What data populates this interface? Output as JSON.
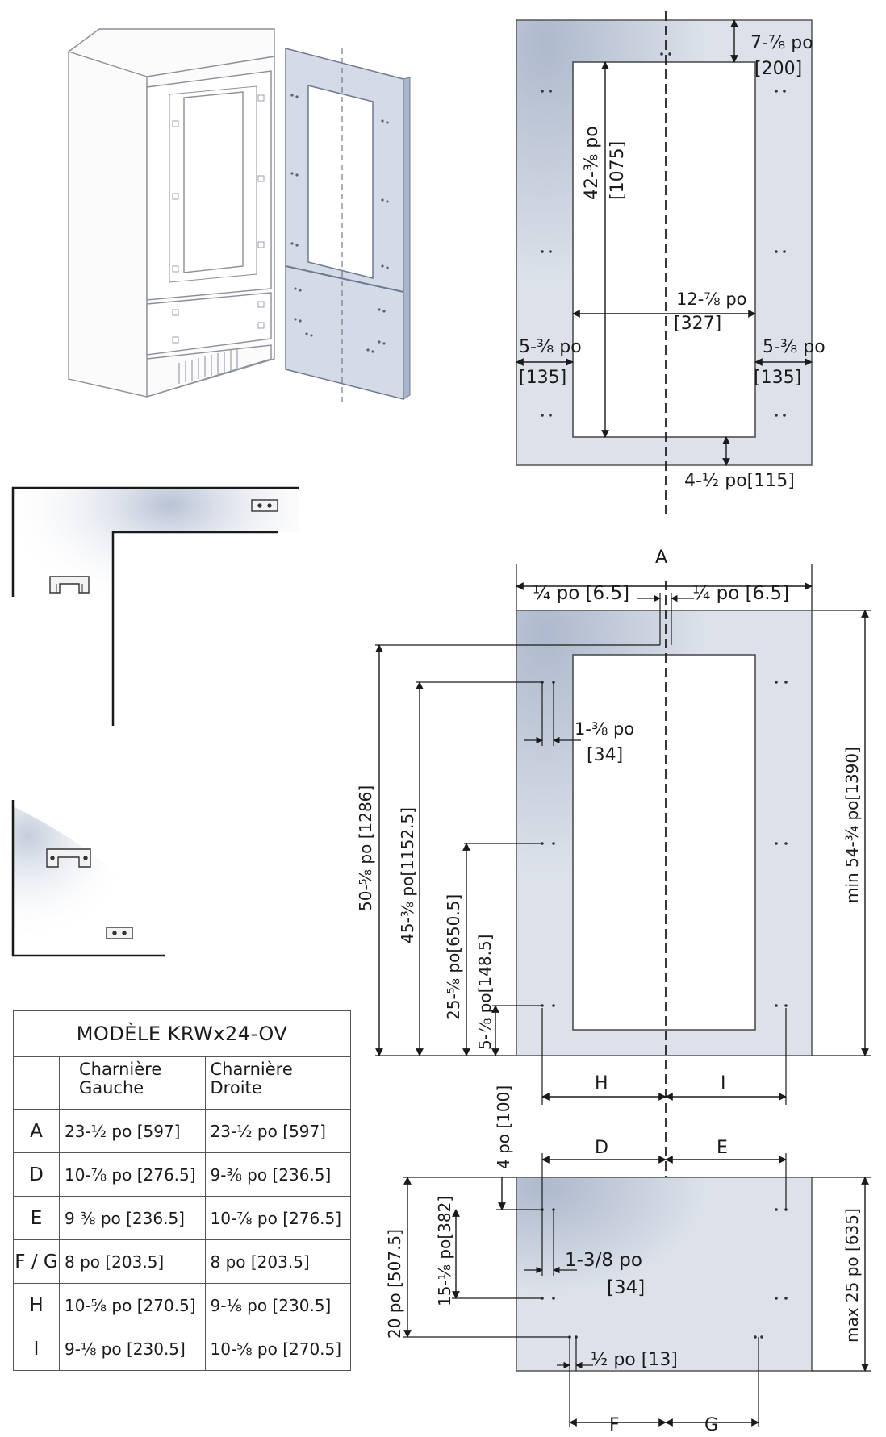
{
  "colors": {
    "panel_fill": "#dde2ea",
    "panel_shadow": "#a9b5ca",
    "line": "#1a1a1a",
    "outline": "#7f8aa3"
  },
  "icons": [
    "appliance-isometric",
    "hinge-bracket-icon"
  ],
  "upper_panel": {
    "top_margin": "7-⅞ po",
    "top_margin_mm": "[200]",
    "opening_height": "42-⅜ po",
    "opening_height_mm": "[1075]",
    "opening_width": "12-⅞ po",
    "opening_width_mm": "[327]",
    "left_margin": "5-⅜ po",
    "left_margin_mm": "[135]",
    "right_margin": "5-⅜ po",
    "right_margin_mm": "[135]",
    "bottom_margin": "4-½ po[115]"
  },
  "door_panel": {
    "overall_width": "A",
    "gap_left": "¼ po [6.5]",
    "gap_right": "¼ po [6.5]",
    "hinge_offset": "1-⅜ po",
    "hinge_offset_mm": "[34]",
    "height_1": "50-⅝ po [1286]",
    "height_2": "45-⅜ po[1152.5]",
    "height_3": "25-⅝ po[650.5]",
    "height_4": "5-⅞ po[148.5]",
    "panel_height": "min 54-¾ po[1390]",
    "dim_h": "H",
    "dim_i": "I"
  },
  "drawer_panel": {
    "top_offset": "4 po [100]",
    "dim_d": "D",
    "dim_e": "E",
    "height_1": "20 po [507.5]",
    "height_2": "15-⅛ po[382]",
    "hinge_offset": "1-3/8 po",
    "hinge_offset_mm": "[34]",
    "gap": "½ po [13]",
    "panel_height": "max 25 po [635]",
    "dim_f": "F",
    "dim_g": "G"
  },
  "table": {
    "title": "MODÈLE KRWx24-OV",
    "col_left": [
      "Charnière",
      "Gauche"
    ],
    "col_right": [
      "Charnière",
      "Droite"
    ],
    "rows": [
      {
        "key": "A",
        "left": "23-½ po [597]",
        "right": "23-½ po [597]"
      },
      {
        "key": "D",
        "left": "10-⅞ po [276.5]",
        "right": "9-⅜ po [236.5]"
      },
      {
        "key": "E",
        "left": "9 ⅜ po [236.5]",
        "right": "10-⅞ po [276.5]"
      },
      {
        "key": "F / G",
        "left": "8 po [203.5]",
        "right": "8 po [203.5]"
      },
      {
        "key": "H",
        "left": "10-⅝ po [270.5]",
        "right": "9-⅛ po [230.5]"
      },
      {
        "key": "I",
        "left": "9-⅛ po [230.5]",
        "right": "10-⅝ po [270.5]"
      }
    ]
  }
}
